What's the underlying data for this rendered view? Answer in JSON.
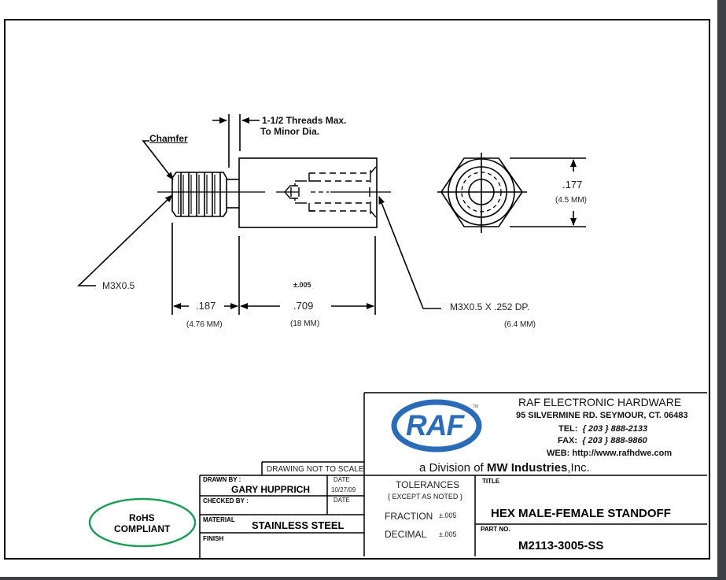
{
  "drawing": {
    "notes": {
      "chamfer": "Chamfer",
      "threads_line1": "1-1/2 Threads Max.",
      "threads_line2": "To Minor Dia.",
      "male_thread": "M3X0.5",
      "female_thread": "M3X0.5  X  .252  DP.",
      "female_thread_mm": "(6.4 MM)"
    },
    "dimensions": {
      "thread_length": ".187",
      "thread_length_mm": "(4.76 MM)",
      "body_length": ".709",
      "body_length_mm": "(18 MM)",
      "body_tolerance": "±.005",
      "hex_size": ".177",
      "hex_size_mm": "(4.5 MM)"
    }
  },
  "title_block": {
    "company": {
      "logo_text": "RAF",
      "trademark": "TM",
      "name": "RAF ELECTRONIC HARDWARE",
      "address": "95 SILVERMINE RD. SEYMOUR, CT. 06483",
      "tel_label": "TEL:",
      "tel": "{ 203 } 888-2133",
      "fax_label": "FAX:",
      "fax": "{ 203 } 888-9860",
      "web_label": "WEB:",
      "web": "http://www.rafhdwe.com",
      "division_prefix": "a Division of",
      "division_name": "MW Industries",
      "division_suffix": ",Inc.",
      "logo_color": "#2b6cb8"
    },
    "scale_note": "DRAWING NOT TO SCALE",
    "drawn_by_label": "DRAWN BY :",
    "drawn_by": "GARY HUPPRICH",
    "date_label": "DATE",
    "drawn_date": "10/27/09",
    "checked_by_label": "CHECKED BY :",
    "checked_date_label": "DATE",
    "material_label": "MATERIAL",
    "material": "STAINLESS STEEL",
    "finish_label": "FINISH",
    "tolerances_title": "TOLERANCES",
    "tolerances_subtitle": "{ EXCEPT AS NOTED }",
    "fraction_label": "FRACTION",
    "fraction_value": "±.005",
    "decimal_label": "DECIMAL",
    "decimal_value": "±.005",
    "title_label": "TITLE",
    "title": "HEX MALE-FEMALE STANDOFF",
    "part_no_label": "PART NO.",
    "part_no": "M2113-3005-SS"
  },
  "rohs": {
    "line1": "RoHS",
    "line2": "COMPLIANT",
    "color": "#1e9e5a"
  }
}
